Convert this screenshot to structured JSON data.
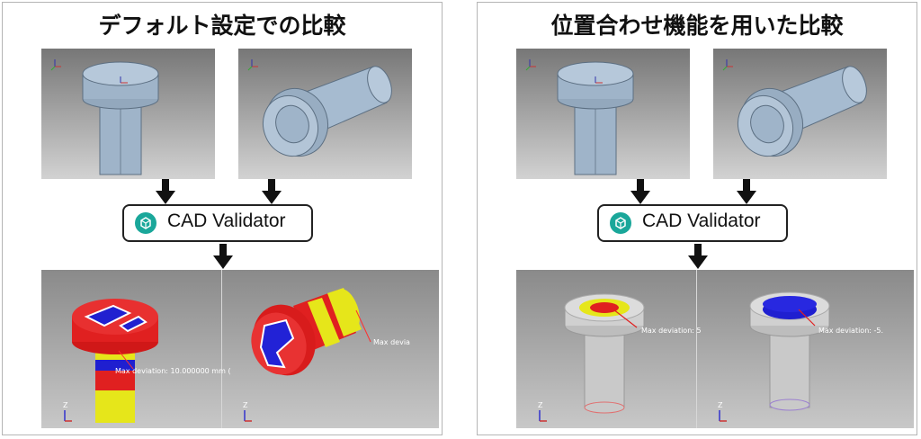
{
  "panels": [
    {
      "title": "デフォルト設定での比較",
      "tool_label": "CAD Validator",
      "result_left_label": "Max deviation: 10.000000 mm (",
      "result_right_label": "Max devia"
    },
    {
      "title": "位置合わせ機能を用いた比較",
      "tool_label": "CAD Validator",
      "result_left_label": "Max deviation: 5",
      "result_right_label": "Max deviation: -5."
    }
  ],
  "icons": [
    "cube-icon",
    "down-arrow-icon",
    "axis-triad-icon"
  ],
  "colors": {
    "arrow": "#111111",
    "icon_teal": "#1aa79a",
    "deviation_red": "#e02020",
    "deviation_blue": "#1f1fd0",
    "deviation_yellow": "#e6e61a",
    "part_blue": "#a9bfd6"
  }
}
